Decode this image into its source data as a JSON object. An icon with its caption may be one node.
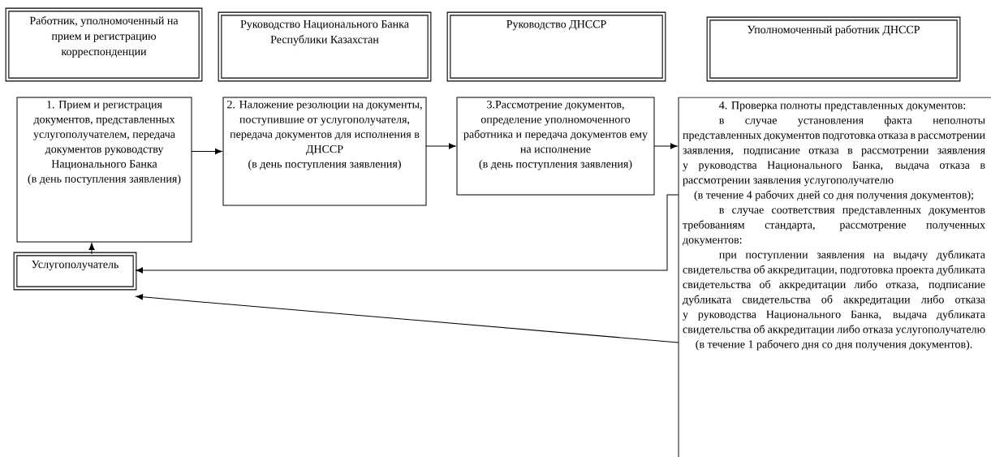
{
  "diagram": {
    "nodes": [
      {
        "text": [
          "Работник, уполномоченный на прием и регистрацию корреспонденции"
        ]
      },
      {
        "text": [
          "Руководство Национального Банка Республики Казахстан"
        ]
      },
      {
        "text": [
          "Руководство ДНССР"
        ]
      },
      {
        "text": [
          "Уполномоченный работник ДНССР"
        ]
      },
      {
        "text": [
          "1. Прием и регистрация документов, представленных услугополучателем, передача документов руководству Национального Банка",
          "(в день поступления заявления)"
        ]
      },
      {
        "text": [
          "2. Наложение резолюции на документы, поступившие от услугополучателя, передача документов для исполнения в ДНССР",
          "(в день поступления заявления)"
        ]
      },
      {
        "text": [
          "3.Рассмотрение документов, определение уполномоченного работника и передача документов ему на исполнение",
          "(в день поступления заявления)"
        ]
      },
      {
        "text": [
          "4. Проверка полноты представленных документов:",
          "в случае установления факта неполноты представленных документов подготовка отказа в рассмотрении заявления, подписание отказа в рассмотрении заявления у руководства Национального Банка, выдача отказа в рассмотрении заявления услугополучателю",
          "(в течение 4 рабочих дней со дня получения документов);",
          "в случае соответствия представленных документов требованиям стандарта, рассмотрение полученных документов:",
          "при поступлении заявления на выдачу дубликата свидетельства об аккредитации, подготовка проекта дубликата свидетельства об аккредитации либо отказа, подписание дубликата свидетельства об аккредитации либо отказа у руководства Национального Банка, выдача дубликата свидетельства об аккредитации либо отказа услугополучателю",
          "(в течение 1 рабочего дня со дня получения документов)."
        ]
      },
      {
        "text": [
          "Услугополучатель"
        ]
      }
    ],
    "edges": [
      {
        "from": 4,
        "to": 5,
        "arrow": "to"
      },
      {
        "from": 5,
        "to": 6,
        "arrow": "to"
      },
      {
        "from": 6,
        "to": 7,
        "arrow": "to"
      },
      {
        "from": 8,
        "to": 4,
        "arrow": "to"
      },
      {
        "from": 7,
        "to": 8,
        "arrow": "to"
      },
      {
        "from": 7,
        "to": 8,
        "arrow": "to"
      }
    ]
  }
}
